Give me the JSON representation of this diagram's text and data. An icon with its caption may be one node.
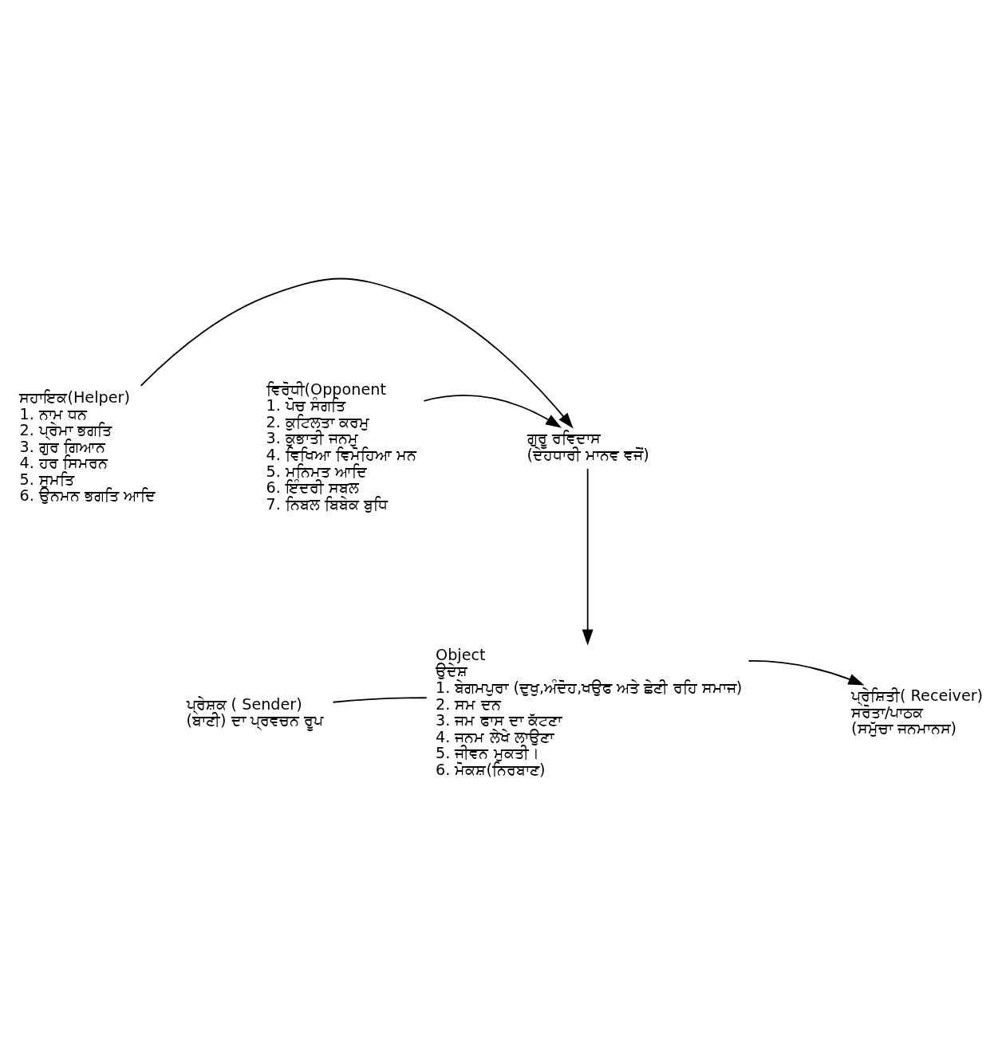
{
  "diagram": {
    "nodes": [
      {
        "text": [
          "ਸਹਾਇਕ(Helper)",
          "1. ਨਾਮ ਧਨ",
          "2. ਪ੍ਰੇਮਾ ਭਗਤਿ",
          "3. ਗੁਰ ਗਿਆਨ",
          "4. ਹਰ ਸਿਮਰਨ",
          "5. ਸੁਮਤਿ",
          "6. ਉਨਮਨ ਭਗਤਿ ਆਦਿ"
        ]
      },
      {
        "text": [
          "ਗੁਰੂ ਰਵਿਦਾਸ",
          "(ਦੇਹਧਾਰੀ ਮਾਨਵ ਵਜੋਂ)"
        ]
      },
      {
        "text": [
          "ਵਿਰੋਧੀ(Opponent",
          "1. ਪੋਚ ਸੰਗਤਿ",
          "2. ਕੁਟਿਲਤਾ ਕਰਮੁ",
          "3. ਕੁਭਾਤੀ ਜਨਮੁ",
          "4. ਵਿਖਿਆ ਵਿਮੋਹਿਆ ਮਨ",
          "5. ਮਨਿਮਤ ਆਦਿ",
          "6. ਇੰਦਰੀ ਸਬਲ",
          "7. ਨਿਬਲ ਬਿਬੇਕ ਬੁਧਿ"
        ]
      },
      {
        "text": [
          "ਪ੍ਰੇਸ਼ਕ ( Sender)",
          "(ਬਾਣੀ) ਦਾ ਪ੍ਰਵਚਨ ਰੂਪ"
        ]
      },
      {
        "text": [
          "Object",
          "ਉਦੇਸ਼",
          "1. ਬੇਗਮਪੁਰਾ (ਦੁਖੁ,ਅੰਦੋਹ,ਖਉਫ ਅਤੇ ਛੇਣੀ ਰਹਿ ਸਮਾਜ)",
          "2. ਸਮ ਦਨ",
          "3. ਜਮ ਫਾਸ ਦਾ ਕੱਟਣਾ",
          "4. ਜਨਮ ਲੇਖੇ ਲਾਉਣਾ",
          "5. ਜੀਵਨ ਮੁਕਤੀ।",
          "6. ਮੋਕਸ਼(ਨਿਰਬਾਣ)"
        ]
      },
      {
        "text": [
          "ਪ੍ਰੇਸ਼ਿਤੀ( Receiver)",
          "ਸਰੋਤਾ/ਪਾਠਕ",
          "(ਸਮੁੱਚਾ ਜਨਮਾਨਸ)"
        ]
      }
    ],
    "edges": [
      {
        "from": 0,
        "to": 1,
        "arrow": "to"
      },
      {
        "from": 2,
        "to": 1,
        "arrow": "to"
      },
      {
        "from": 1,
        "to": 4,
        "arrow": "to"
      },
      {
        "from": 3,
        "to": 4,
        "arrow": "none"
      },
      {
        "from": 4,
        "to": 5,
        "arrow": "to"
      }
    ]
  }
}
